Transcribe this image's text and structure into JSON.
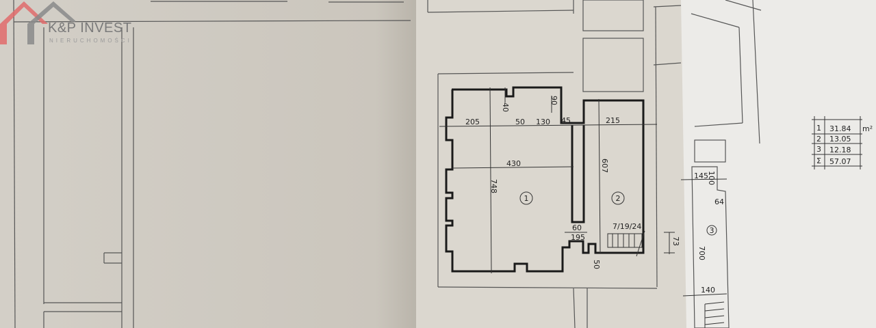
{
  "logo": {
    "title": "K&P INVEST",
    "subtitle": "NIERUCHOMOŚCI",
    "colors": {
      "red": "#e06b6b",
      "gray": "#8a8a8a"
    }
  },
  "plan": {
    "dimensions": {
      "d205": "205",
      "d50": "50",
      "d130": "130",
      "d45": "45",
      "d215": "215",
      "d40": "40",
      "d90": "90",
      "d430": "430",
      "d748": "748",
      "d607": "607",
      "d60": "60",
      "d195": "195",
      "d50b": "50",
      "d73": "73",
      "d7_19_24": "7/19/24",
      "d145": "145",
      "d100": "100",
      "d64": "64",
      "d700": "700",
      "d140": "140"
    },
    "rooms": {
      "r1": "1",
      "r2": "2",
      "r3": "3"
    }
  },
  "area_table": {
    "rows": [
      {
        "no": "1",
        "area": "31.84"
      },
      {
        "no": "2",
        "area": "13.05"
      },
      {
        "no": "3",
        "area": "12.18"
      },
      {
        "no": "Σ",
        "area": "57.07"
      }
    ],
    "unit": "m²"
  }
}
